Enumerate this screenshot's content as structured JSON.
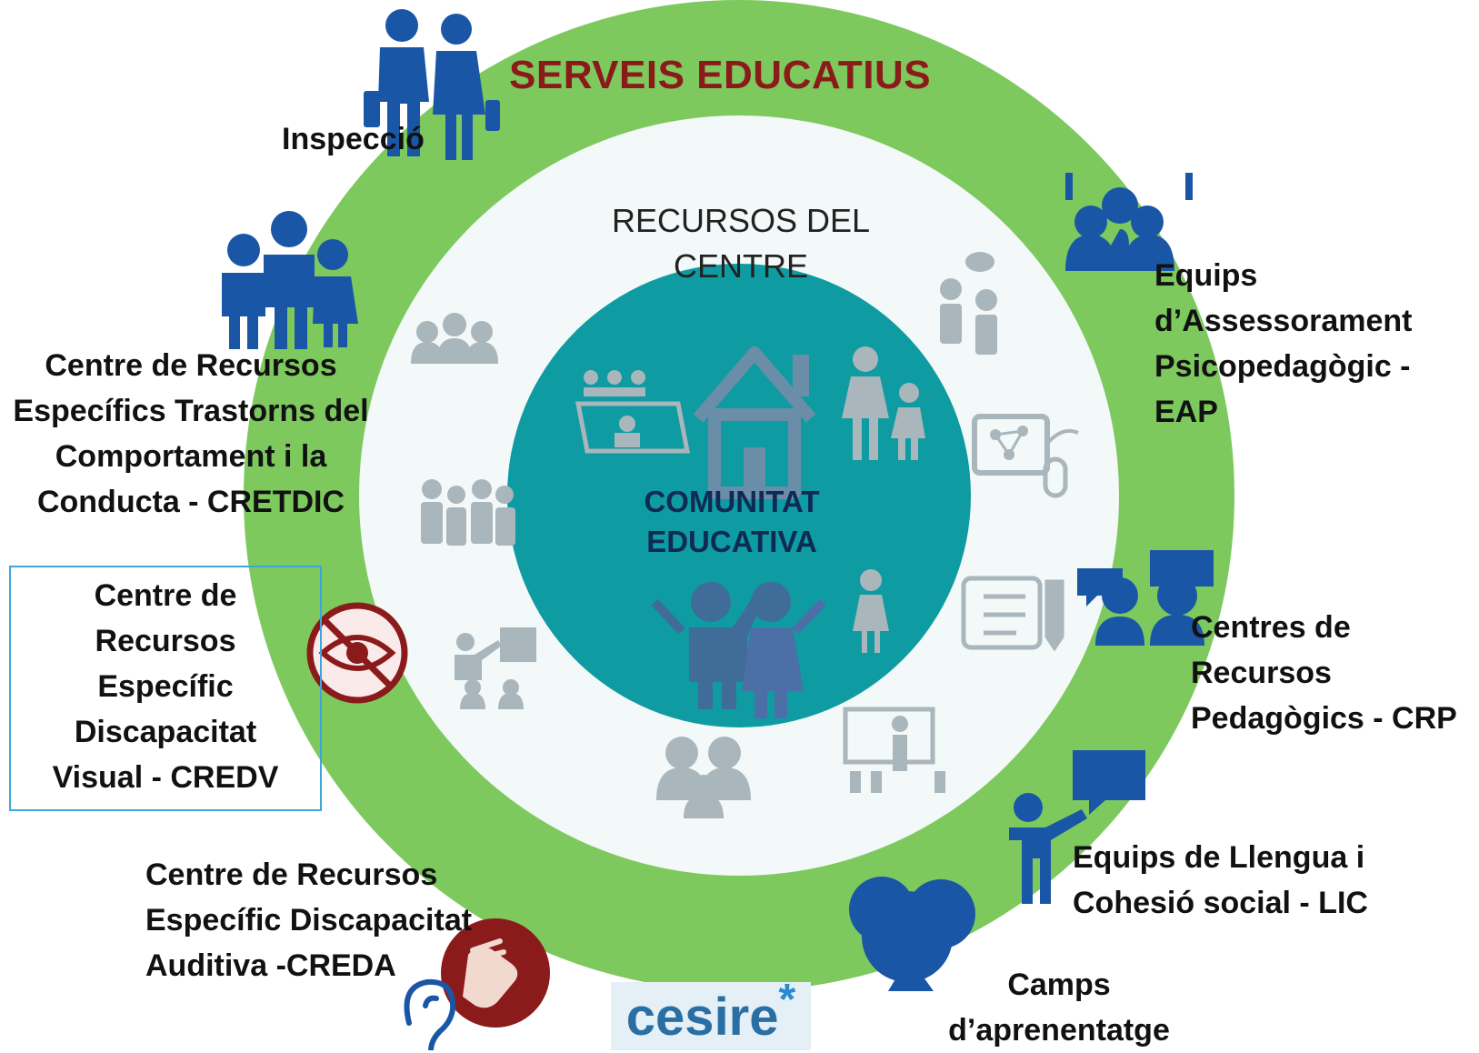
{
  "title": "SERVEIS EDUCATIUS",
  "middle_ring": {
    "lines": [
      "RECURSOS DEL",
      "CENTRE"
    ]
  },
  "core": {
    "lines": [
      "COMUNITAT",
      "EDUCATIVA"
    ]
  },
  "services": [
    {
      "id": "inspeccio",
      "icon": "business-people-icon",
      "lines": [
        "Inspecció"
      ]
    },
    {
      "id": "eap",
      "icon": "team-group-icon",
      "lines": [
        "Equips",
        "d’Assessorament",
        "Psicopedagògic -",
        "EAP"
      ]
    },
    {
      "id": "crp",
      "icon": "conversation-people-icon",
      "lines": [
        "Centres de",
        "Recursos",
        "Pedagògics - CRP"
      ]
    },
    {
      "id": "lic",
      "icon": "speaker-person-icon",
      "lines": [
        "Equips de Llengua i",
        "Cohesió social - LIC"
      ]
    },
    {
      "id": "camps",
      "icon": "tree-icon",
      "lines": [
        "Camps",
        "d’aprenentatge"
      ]
    },
    {
      "id": "creda",
      "icon": "sign-language-hand-icon",
      "lines": [
        "Centre de Recursos",
        "Específic Discapacitat",
        "Auditiva -CREDA"
      ]
    },
    {
      "id": "credv",
      "icon": "no-vision-eye-icon",
      "lines": [
        "Centre de",
        "Recursos",
        "Específic",
        "Discapacitat",
        "Visual - CREDV"
      ]
    },
    {
      "id": "cretdic",
      "icon": "family-group-icon",
      "lines": [
        "Centre de Recursos",
        "Específics Trastorns del",
        "Comportament i la",
        "Conducta - CRETDIC"
      ]
    }
  ],
  "cesire": {
    "text": "cesire",
    "mark": "*"
  },
  "colors": {
    "outer_ring": "#7dc95e",
    "middle_ring": "#f3f8f8",
    "core": "#0e9ba2",
    "title": "#8b1a1a",
    "service_icon": "#1a56a6",
    "resource_icon": "#a9b6bc",
    "credv_accent": "#8b1a1a",
    "credv_border": "#3ea6dd"
  }
}
